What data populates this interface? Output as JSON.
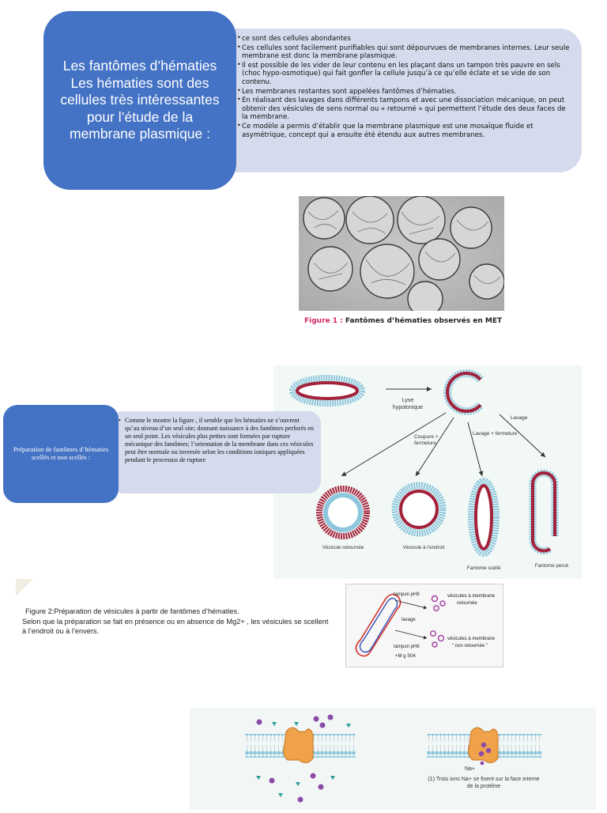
{
  "section1": {
    "title": "Les fantômes d’hématies Les hématies sont des cellules très intéressantes pour l’étude de la membrane plasmique :",
    "bullets": [
      "ce sont des cellules abondantes",
      "Ces cellules sont facilement purifiables qui sont dépourvues de membranes internes. Leur seule membrane est donc la membrane plasmique.",
      "Il est possible de les vider de leur contenu en les plaçant dans un tampon très pauvre en sels (choc hypo-osmotique) qui fait gonfler la cellule jusqu’à ce qu’elle éclate et se vide de son contenu.",
      "Les membranes restantes sont appelées fantômes d’hématies.",
      "En réalisant des lavages dans différents tampons et avec une dissociation mécanique, on peut obtenir des vésicules de sens normal ou « retourné » qui permettent l’étude des deux faces de la membrane.",
      "Ce modèle a permis d’établir que la membrane plasmique est une mosaïque fluide et asymétrique, concept qui a ensuite été étendu aux autres membranes."
    ],
    "figure_label": "Figure 1 :",
    "figure_caption": "Fantômes d’hématies observés en MET"
  },
  "section2": {
    "title": "Préparation de fantômes d’hématies scellés et non scellés :",
    "text": "Comme le montre la figure , il semble que les hématies ne s’ouvrent qu’au niveau d’un seul site; donnant naissance à des fantômes perforés en un seul point. Les vésicules plus petites sont formées par rupture mécanique des fantômes; l’orientation de la membrane dans ces vésicules peut être normale ou inversée selon les conditions ioniques appliquées pendant le processus de rupture",
    "diagram_labels": {
      "lyse": "Lyse",
      "hypotonique": "hypotonique",
      "lavage": "Lavage",
      "coupure": "Coupure +",
      "fermeture": "fermeture",
      "lavage_fermeture": "Lavage + fermeture",
      "vesicule_retournee": "Vésicule retournée",
      "vesicule_endroit": "Vésicule à l’endroit",
      "fantome_scelle": "Fantome scellé",
      "fantome_perce": "Fantome percé"
    },
    "figure2_title": "Figure 2:Préparation de vésicules à partir de fantômes d’hématies.",
    "figure2_text": "Selon que la préparation se fait en présence ou en absence de Mg2+ , les vésicules se scellent à l’endroit ou à l’envers.",
    "diagram2_labels": {
      "tampon_ph8": "tampon pH8",
      "lavage": "lavage",
      "tampon_ph8_b": "tampon pH8",
      "mg": "+M g S04",
      "ves_retournee_1": "vésicules à membrane",
      "ves_retournee_2": "retournée",
      "ves_non_1": "vésicules à membrane",
      "ves_non_2": "\" non retournée \""
    }
  },
  "section3": {
    "na_label": "Na+",
    "caption_1": "(1) Trois ions Na+ se fixent sur la face interne",
    "caption_2": "de la protéine"
  },
  "colors": {
    "title_blue": "#4472c4",
    "bubble_lavender": "#d5dbec",
    "figure_label_pink": "#d02668",
    "membrane_red": "#a3223b",
    "lipid_blue": "#8ec7dd",
    "protein_orange": "#f0a24a",
    "ion_purple": "#8b4aa8",
    "ion_teal": "#2d9d9a"
  }
}
